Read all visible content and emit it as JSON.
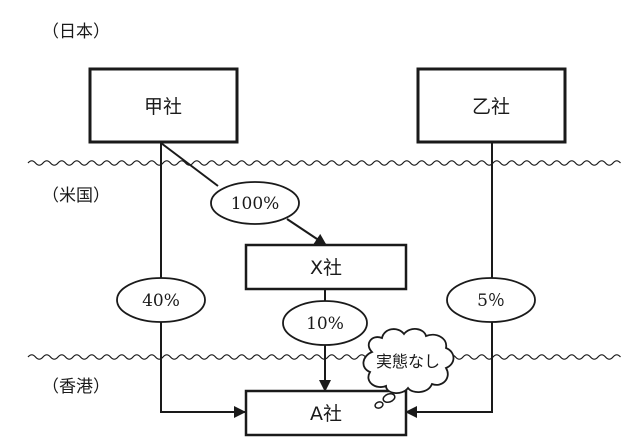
{
  "regions": {
    "japan": "（日本）",
    "usa": "（米国）",
    "hongkong": "（香港）"
  },
  "companies": {
    "kou": "甲社",
    "otsu": "乙社",
    "x": "X社",
    "a": "A社"
  },
  "ownership": {
    "kou_to_x": "100%",
    "kou_to_a": "40%",
    "x_to_a": "10%",
    "otsu_to_a": "5％"
  },
  "annotation": {
    "a_company_note": "実態なし"
  },
  "colors": {
    "line": "#1a1a1a",
    "background": "#ffffff"
  }
}
